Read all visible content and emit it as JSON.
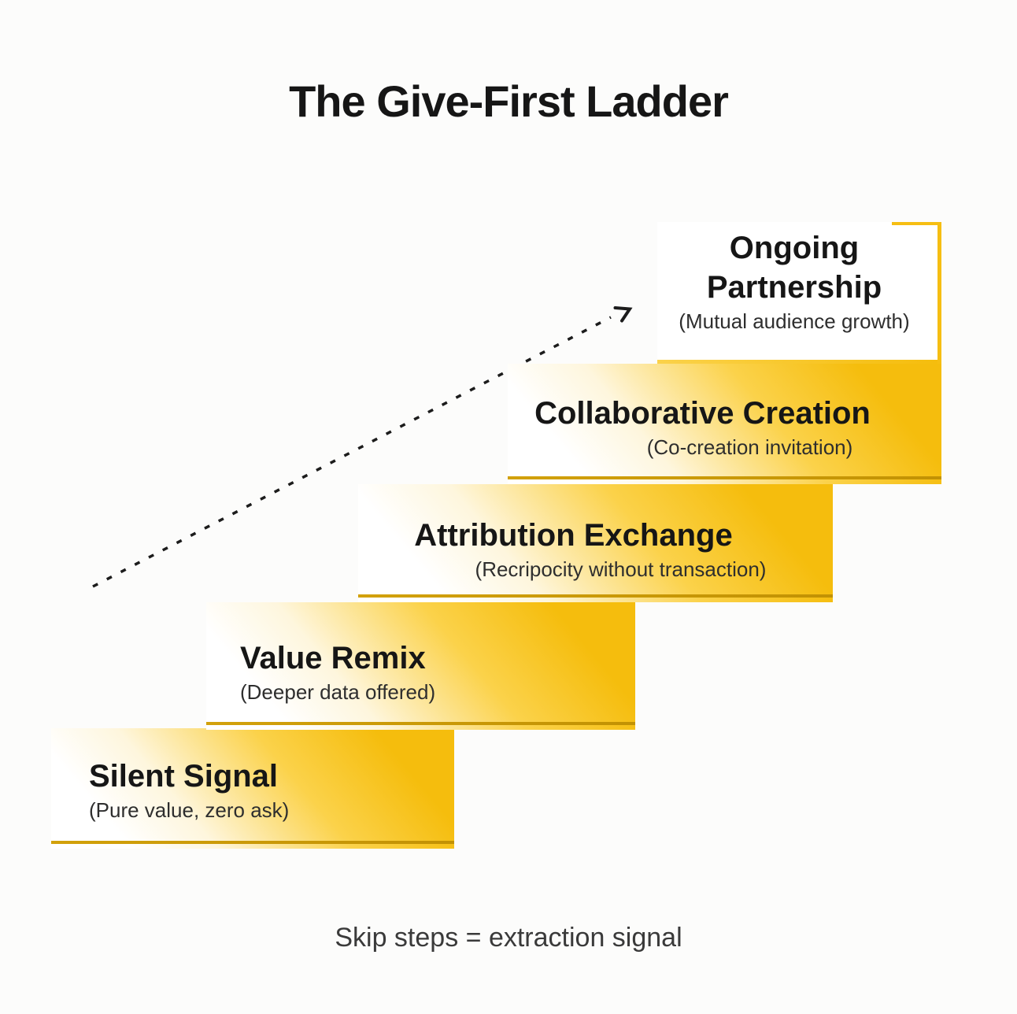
{
  "title": "The Give-First Ladder",
  "caption": "Skip steps = extraction signal",
  "steps": [
    {
      "title": "Silent Signal",
      "subtitle": "(Pure value, zero ask)"
    },
    {
      "title": "Value Remix",
      "subtitle": "(Deeper data offered)"
    },
    {
      "title": "Attribution Exchange",
      "subtitle": "(Recripocity without transaction)"
    },
    {
      "title": "Collaborative Creation",
      "subtitle": "(Co-creation invitation)"
    },
    {
      "title": "Ongoing Partnership",
      "subtitle": "(Mutual audience growth)"
    }
  ],
  "colors": {
    "bg": "#fcfcfb",
    "gold_deep": "#f5bd0d",
    "gold_mid": "#fbd24a",
    "cream": "#fef6dd",
    "underline": "#d2a10b",
    "bracket": "#f6be12",
    "arrow": "#1c1c1c",
    "text_dark": "#161616",
    "text_sub": "#2e2e2e",
    "text_caption": "#3a3a3a"
  }
}
